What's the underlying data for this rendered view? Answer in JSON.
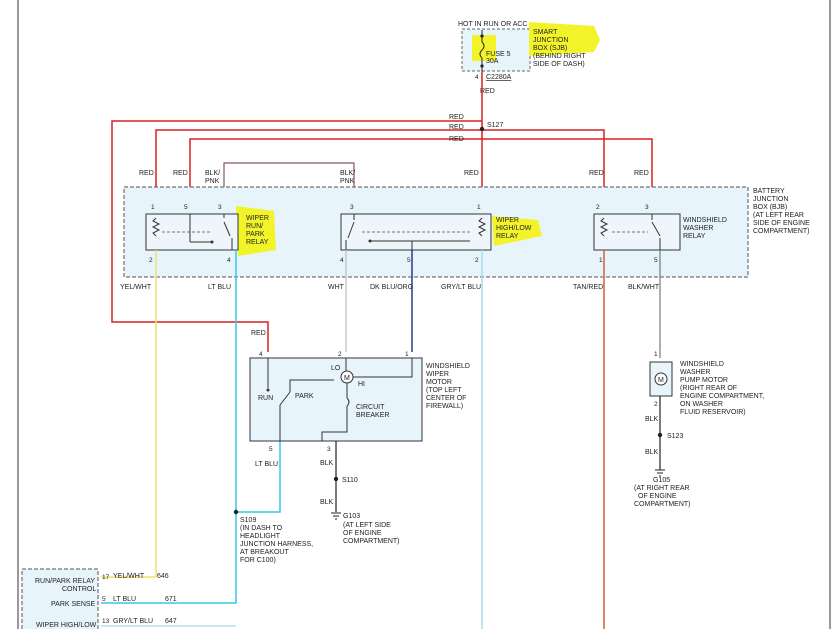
{
  "sjb": {
    "hot_label": "HOT IN RUN OR ACC",
    "title": [
      "SMART",
      "JUNCTION",
      "BOX (SJB)",
      "(BEHIND RIGHT",
      "SIDE OF DASH)"
    ],
    "fuse_name": "FUSE 5",
    "fuse_rating": "30A",
    "pin": "4",
    "connector": "C2280A",
    "wire": "RED"
  },
  "splice_s127": {
    "name": "S127",
    "wires": [
      "RED",
      "RED",
      "RED"
    ]
  },
  "bjb": {
    "title": [
      "BATTERY",
      "JUNCTION",
      "BOX (BJB)",
      "(AT LEFT REAR",
      "SIDE OF ENGINE",
      "COMPARTMENT)"
    ],
    "top_wires": [
      "RED",
      "RED",
      "BLK/",
      "PNK",
      "BLK/",
      "PNK",
      "RED",
      "RED",
      "RED"
    ],
    "relay_run_park": {
      "label": [
        "WIPER",
        "RUN/",
        "PARK",
        "RELAY"
      ],
      "pins": [
        "1",
        "5",
        "3",
        "2",
        "4"
      ]
    },
    "relay_high_low": {
      "label": [
        "WIPER",
        "HIGH/LOW",
        "RELAY"
      ],
      "pins": [
        "3",
        "1",
        "4",
        "5",
        "2"
      ]
    },
    "relay_washer": {
      "label": [
        "WINDSHIELD",
        "WASHER",
        "RELAY"
      ],
      "pins": [
        "2",
        "3",
        "1",
        "5"
      ]
    }
  },
  "wires_below_bjb": [
    "YEL/WHT",
    "LT BLU",
    "WHT",
    "DK BLU/ORG",
    "GRY/LT BLU",
    "TAN/RED",
    "BLK/WHT"
  ],
  "motor": {
    "label": [
      "WINDSHIELD",
      "WIPER",
      "MOTOR",
      "(TOP LEFT",
      "CENTER OF",
      "FIREWALL)"
    ],
    "red_wire": "RED",
    "pins": [
      "4",
      "2",
      "1",
      "5",
      "3"
    ],
    "lo": "LO",
    "hi": "HI",
    "m": "M",
    "run": "RUN",
    "park": "PARK",
    "breaker": [
      "CIRCUIT",
      "BREAKER"
    ],
    "out_wires": [
      "LT BLU",
      "BLK",
      "BLK"
    ]
  },
  "s110": {
    "name": "S110"
  },
  "g103": {
    "name": "G103",
    "desc": [
      "(AT LEFT SIDE",
      "OF ENGINE",
      "COMPARTMENT)"
    ]
  },
  "s109": {
    "name": "S109",
    "desc": [
      "(IN DASH TO",
      "HEADLIGHT",
      "JUNCTION HARNESS,",
      "AT BREAKOUT",
      "FOR C100)"
    ]
  },
  "pump": {
    "label": [
      "WINDSHIELD",
      "WASHER",
      "PUMP MOTOR",
      "(RIGHT REAR OF",
      "ENGINE COMPARTMENT,",
      "ON WASHER",
      "FLUID RESERVOIR)"
    ],
    "pins": [
      "1",
      "2"
    ],
    "m": "M",
    "wires": [
      "BLK",
      "BLK"
    ]
  },
  "s123": {
    "name": "S123"
  },
  "g105": {
    "name": "G105",
    "desc": [
      "(AT RIGHT REAR",
      "OF ENGINE",
      "COMPARTMENT)"
    ]
  },
  "module": {
    "rows": [
      {
        "label": "RUN/PARK RELAY",
        "label2": "CONTROL",
        "pin": "17",
        "wire": "YEL/WHT",
        "circuit": "646"
      },
      {
        "label": "PARK SENSE",
        "label2": "",
        "pin": "5",
        "wire": "LT BLU",
        "circuit": "671"
      },
      {
        "label": "WIPER HIGH/LOW",
        "label2": "",
        "pin": "13",
        "wire": "GRY/LT BLU",
        "circuit": "647"
      }
    ]
  },
  "colors": {
    "red": "#d92020",
    "blue": "#38c8e8",
    "yellow": "#eee26a",
    "navy": "#2a3a8a",
    "gray": "#c8c8c8",
    "tanred": "#d0603a",
    "highlight": "#f3f32a",
    "box": "#e8f4fb"
  }
}
